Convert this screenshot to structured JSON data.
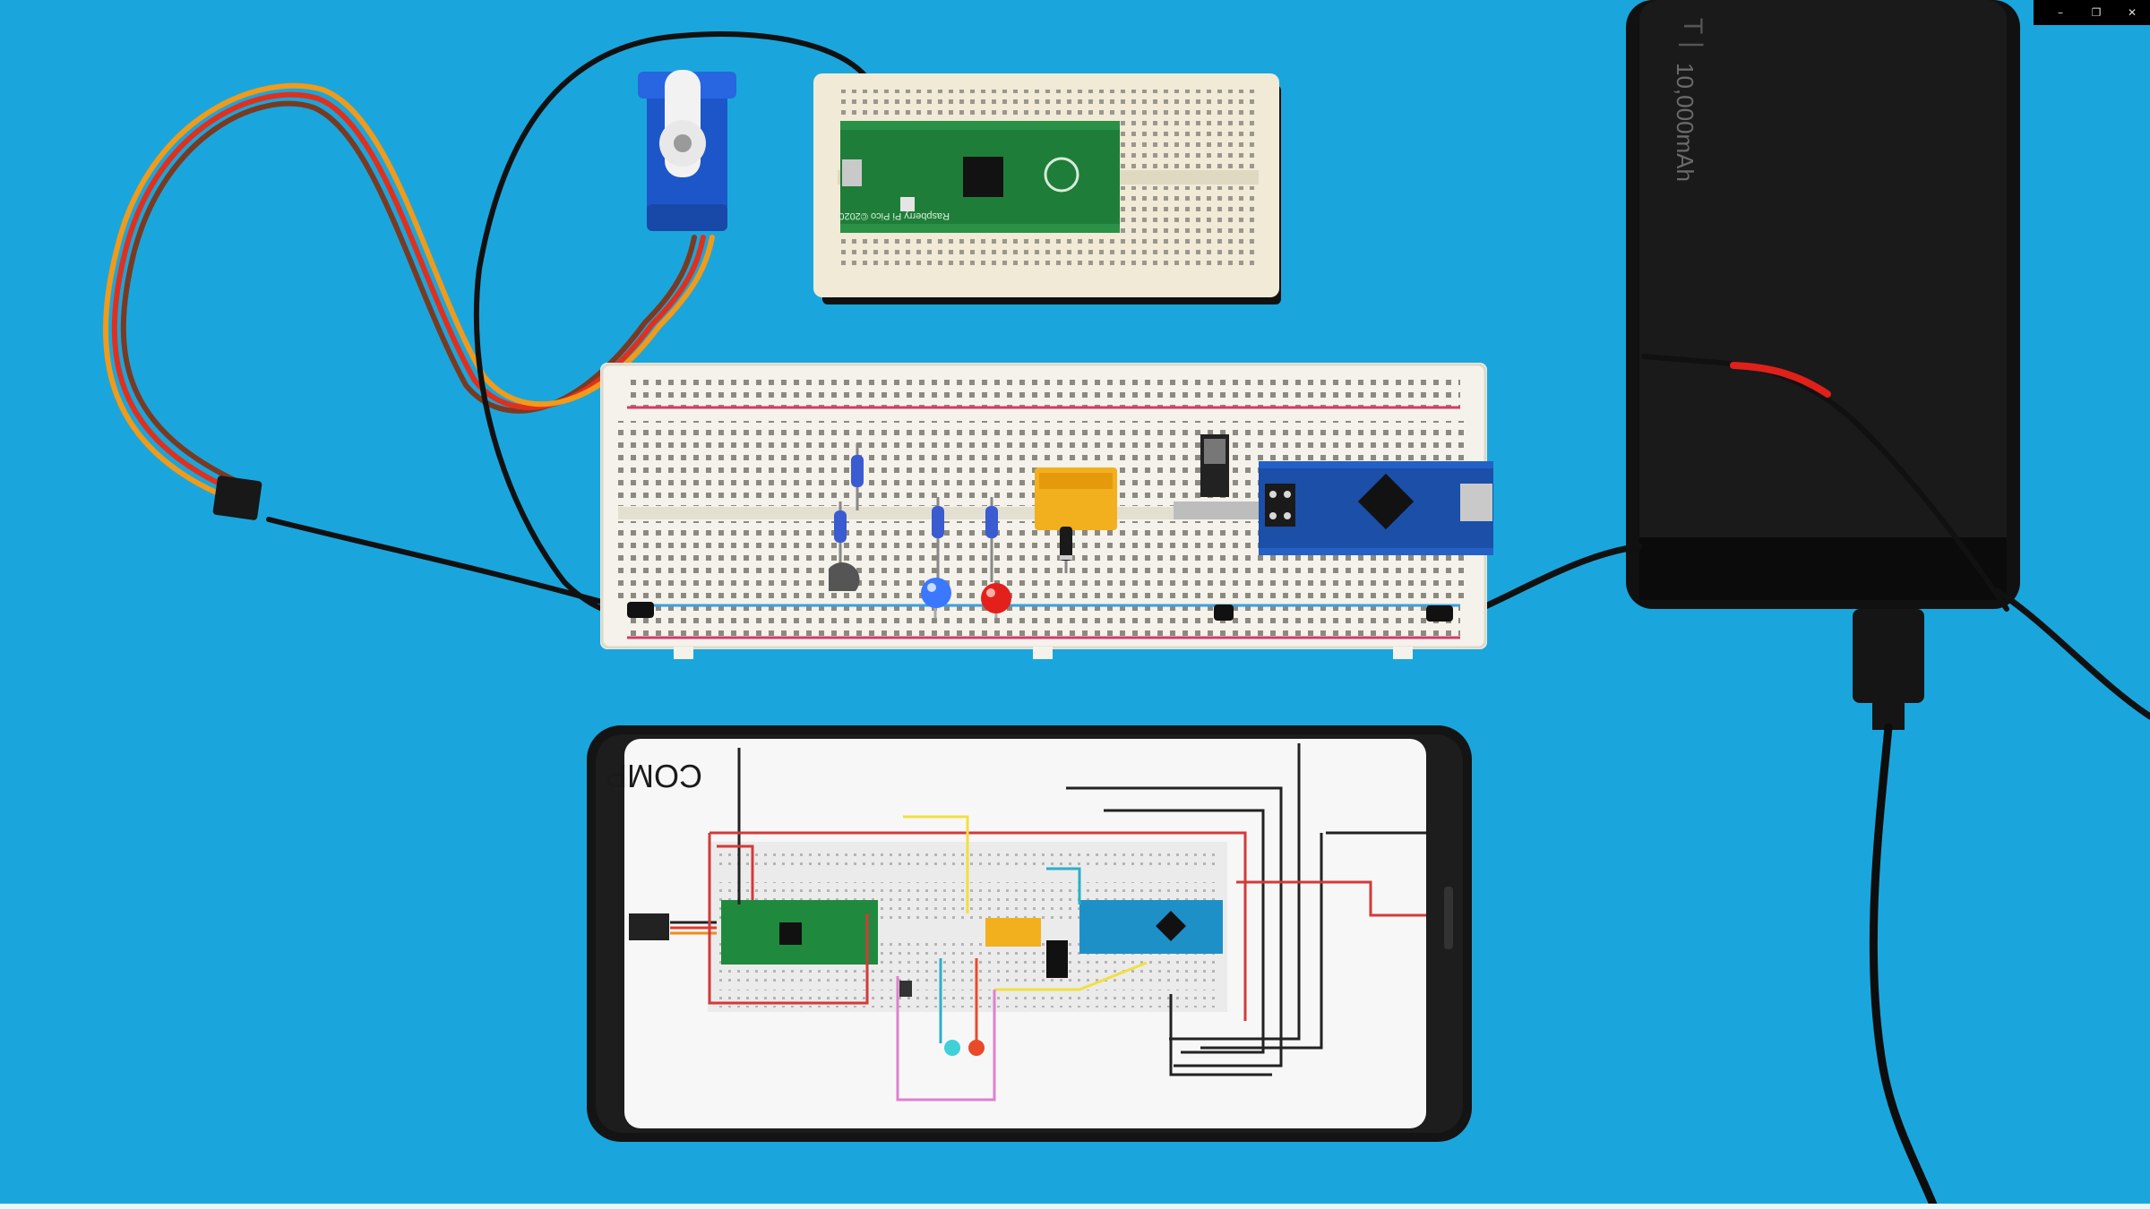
{
  "window_controls": {
    "minimize": "–",
    "restore": "❐",
    "close": "✕"
  },
  "power_bank": {
    "capacity_label": "10,000mAh",
    "brand_mark": "T |"
  },
  "pico_board": {
    "label": "Raspberry Pi Pico ©2020"
  },
  "phone_screen": {
    "diagram_title": "COMP"
  },
  "colors": {
    "background": "#1aa6dc",
    "breadboard": "#f4f2ea",
    "pico_green": "#1f7d3a",
    "nano_blue": "#1b4fa8",
    "relay_yellow": "#f2b01e",
    "led_blue": "#3a78ff",
    "led_red": "#e3201b"
  }
}
